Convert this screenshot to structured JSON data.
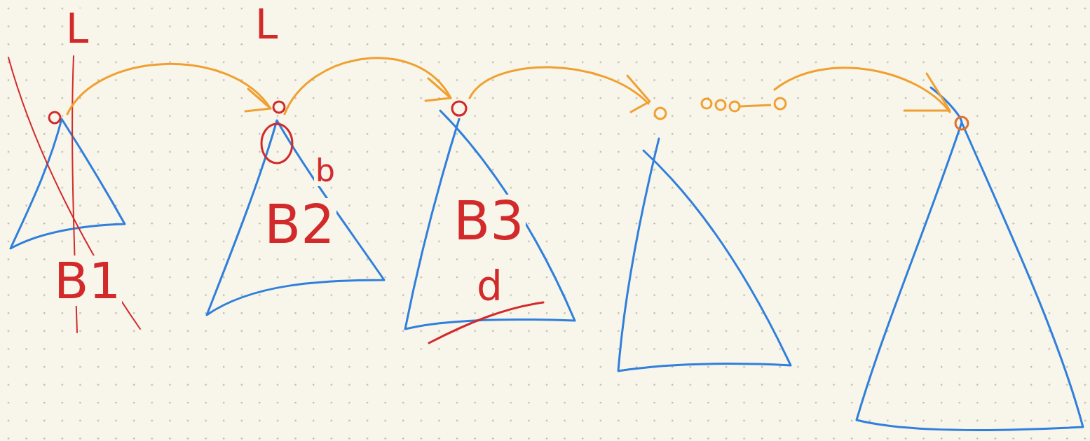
{
  "diagram": {
    "nodes": [
      {
        "text": [
          "B1"
        ]
      },
      {
        "text": [
          "B2"
        ]
      },
      {
        "text": [
          "B3"
        ]
      }
    ],
    "edges": [
      {
        "from": 0,
        "to": 1,
        "arrow": "to"
      },
      {
        "from": 1,
        "to": 2,
        "arrow": "to"
      }
    ],
    "labels": [
      "L",
      "L",
      "b",
      "d"
    ]
  }
}
